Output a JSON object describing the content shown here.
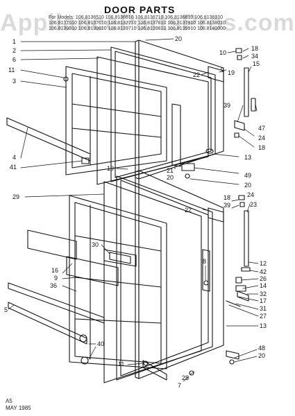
{
  "header": {
    "title": "DOOR PARTS",
    "watermark": "AppliancePartsPros.com",
    "model_lines": [
      "For Models: 106.8136510 106.8136610 106.8136710 106.8136810 106.8136910",
      "106.8137510 106.8137610 106.8137710 106.8137810 106.8137910 106.8138010",
      "106.8139510 106.8139610 106.8139710 106.8139810 106.8139910 106.8140000"
    ]
  },
  "footer": {
    "code": "A5",
    "date": "MAY 1985"
  },
  "callouts": [
    {
      "id": "c1",
      "label": "1"
    },
    {
      "id": "c2",
      "label": "2"
    },
    {
      "id": "c6",
      "label": "6"
    },
    {
      "id": "c11a",
      "label": "11"
    },
    {
      "id": "c3",
      "label": "3"
    },
    {
      "id": "c20a",
      "label": "20"
    },
    {
      "id": "c22a",
      "label": "22"
    },
    {
      "id": "c10",
      "label": "10"
    },
    {
      "id": "c9a",
      "label": "9"
    },
    {
      "id": "c19a",
      "label": "19"
    },
    {
      "id": "c18a",
      "label": "18"
    },
    {
      "id": "c34",
      "label": "34"
    },
    {
      "id": "c15",
      "label": "15"
    },
    {
      "id": "c39a",
      "label": "39"
    },
    {
      "id": "c47",
      "label": "47"
    },
    {
      "id": "c24a",
      "label": "24"
    },
    {
      "id": "c18b",
      "label": "18"
    },
    {
      "id": "c13a",
      "label": "13"
    },
    {
      "id": "c4",
      "label": "4"
    },
    {
      "id": "c41",
      "label": "41"
    },
    {
      "id": "c21",
      "label": "21"
    },
    {
      "id": "c20b",
      "label": "20"
    },
    {
      "id": "c19b",
      "label": "19"
    },
    {
      "id": "c49",
      "label": "49"
    },
    {
      "id": "c20c",
      "label": "20"
    },
    {
      "id": "c29",
      "label": "29"
    },
    {
      "id": "c18c",
      "label": "18"
    },
    {
      "id": "c24b",
      "label": "24"
    },
    {
      "id": "c39b",
      "label": "39"
    },
    {
      "id": "c23",
      "label": "23"
    },
    {
      "id": "c22b",
      "label": "22"
    },
    {
      "id": "c30",
      "label": "30"
    },
    {
      "id": "c8",
      "label": "8"
    },
    {
      "id": "c12",
      "label": "12"
    },
    {
      "id": "c42",
      "label": "42"
    },
    {
      "id": "c26",
      "label": "26"
    },
    {
      "id": "c16",
      "label": "16"
    },
    {
      "id": "c9b",
      "label": "9"
    },
    {
      "id": "c36",
      "label": "36"
    },
    {
      "id": "c14",
      "label": "14"
    },
    {
      "id": "c32",
      "label": "32"
    },
    {
      "id": "c17",
      "label": "17"
    },
    {
      "id": "c31",
      "label": "31"
    },
    {
      "id": "c27",
      "label": "27"
    },
    {
      "id": "c5",
      "label": "5"
    },
    {
      "id": "c13b",
      "label": "13"
    },
    {
      "id": "c40",
      "label": "40"
    },
    {
      "id": "c48",
      "label": "48"
    },
    {
      "id": "c20d",
      "label": "20"
    },
    {
      "id": "c11b",
      "label": "11"
    },
    {
      "id": "c28",
      "label": "28"
    },
    {
      "id": "c7",
      "label": "7"
    }
  ]
}
